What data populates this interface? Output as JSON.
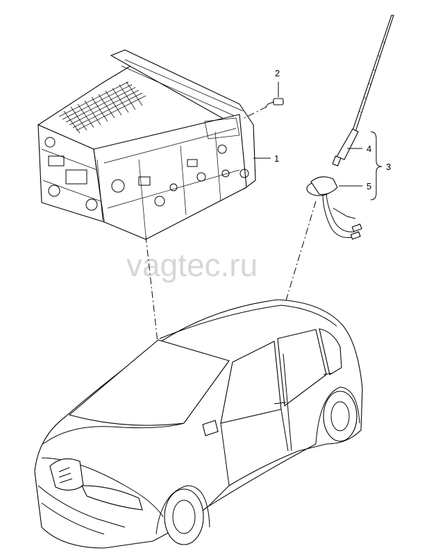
{
  "diagram": {
    "watermark": "vagtec.ru",
    "callouts": [
      {
        "id": "1",
        "label": "1"
      },
      {
        "id": "2",
        "label": "2"
      },
      {
        "id": "3",
        "label": "3"
      },
      {
        "id": "4",
        "label": "4"
      },
      {
        "id": "5",
        "label": "5"
      }
    ]
  },
  "illustrations": [
    {
      "name": "radio-unit",
      "description_icon": "radio-head-unit-drawing"
    },
    {
      "name": "mounting-screw",
      "description_icon": "screw-drawing"
    },
    {
      "name": "antenna-rod",
      "description_icon": "antenna-rod-drawing"
    },
    {
      "name": "antenna-base",
      "description_icon": "antenna-base-drawing"
    },
    {
      "name": "car",
      "description_icon": "hatchback-car-drawing"
    }
  ]
}
